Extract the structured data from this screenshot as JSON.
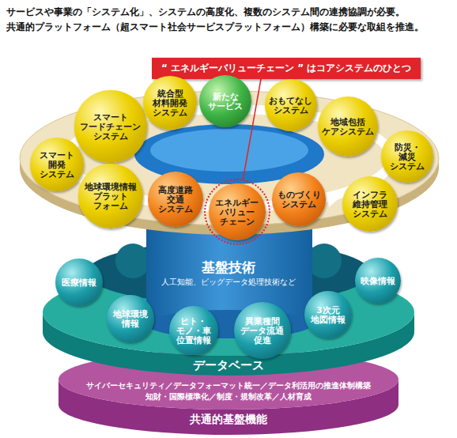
{
  "diagram": {
    "title": "サービスや事業の「システム化」、システムの高度化、複数のシステム間の連携協調が必要。",
    "nodes": [
      {
        "text": [
          "“ エネルギーバリューチェーン ” はコアシステムのひとつ"
        ]
      },
      {
        "text": [
          "スマート フードチェーン システム"
        ]
      },
      {
        "text": [
          "統合型 材料開発 システム"
        ]
      },
      {
        "text": [
          "新たな サービス"
        ]
      },
      {
        "text": [
          "おもてなし システム"
        ]
      },
      {
        "text": [
          "地域包括 ケアシステム"
        ]
      },
      {
        "text": [
          "スマート 開発 システム"
        ]
      },
      {
        "text": [
          "防災・減災 システム"
        ]
      },
      {
        "text": [
          "地球環境情報 プラット フォーム"
        ]
      },
      {
        "text": [
          "高度道路 交通 システム"
        ]
      },
      {
        "text": [
          "エネルギー バリュー チェーン"
        ]
      },
      {
        "text": [
          "ものづくり システム"
        ]
      },
      {
        "text": [
          "インフラ 維持管理 システム"
        ]
      },
      {
        "text": [
          "基盤技術",
          "人工知能、ビッグデータ処理技術など"
        ]
      },
      {
        "text": [
          "医療情報"
        ]
      },
      {
        "text": [
          "映像情報"
        ]
      },
      {
        "text": [
          "地球環境 情報"
        ]
      },
      {
        "text": [
          "ヒト・モノ・車 位置情報"
        ]
      },
      {
        "text": [
          "異業種間 データ流通 促進"
        ]
      },
      {
        "text": [
          "3次元 地図情報"
        ]
      },
      {
        "text": [
          "データベース"
        ]
      },
      {
        "text": [
          "サイバーセキュリティ／データフォーマット統一／データ利活用の推進体制構築",
          "知財・国際標準化／制度・規制改革／人材育成",
          "共通的基盤機能"
        ]
      }
    ],
    "edges": [
      {
        "from": 0,
        "to": 10,
        "arrow": "none"
      }
    ],
    "labels": [
      "共通的プラットフォーム（超スマート社会サービスプラットフォーム）構築に必要な取組を推進。"
    ]
  }
}
